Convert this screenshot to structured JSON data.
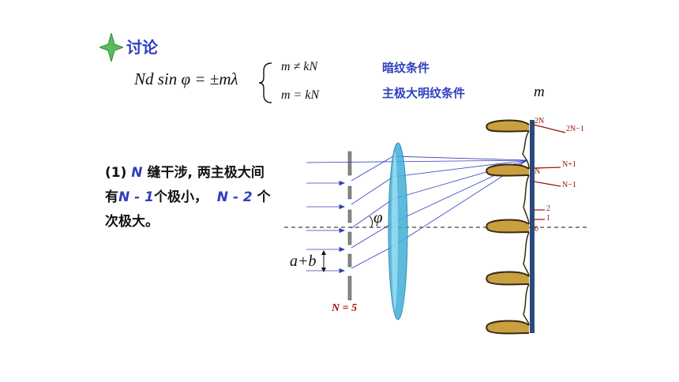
{
  "title": "讨论",
  "formula": "Nd sin φ = ±mλ",
  "conditions": [
    {
      "expr": "m ≠ kN",
      "label": "暗纹条件"
    },
    {
      "expr": "m = kN",
      "label": "主极大明纹条件"
    }
  ],
  "screen_axis_label": "m",
  "point1": {
    "prefix": "(1) ",
    "n": "N",
    "text1": " 缝干涉, 两主极大间",
    "text2": "有",
    "n_minus_1": "N - 1",
    "text3": "个极小，",
    "n_minus_2": "N - 2",
    "text4": " 个",
    "text5": "次极大。"
  },
  "diagram": {
    "phi": "φ",
    "ab": "a+b",
    "slit_count": "N = 5",
    "order_labels": [
      "2N",
      "2N−1",
      "N+1",
      "N",
      "N−1",
      "2",
      "1",
      "0"
    ]
  },
  "colors": {
    "accent": "#2f3fbf",
    "dark_red": "#a01010",
    "lens": "#40b0d8",
    "screen": "#2a4a7a",
    "pattern": "#c8a040"
  }
}
